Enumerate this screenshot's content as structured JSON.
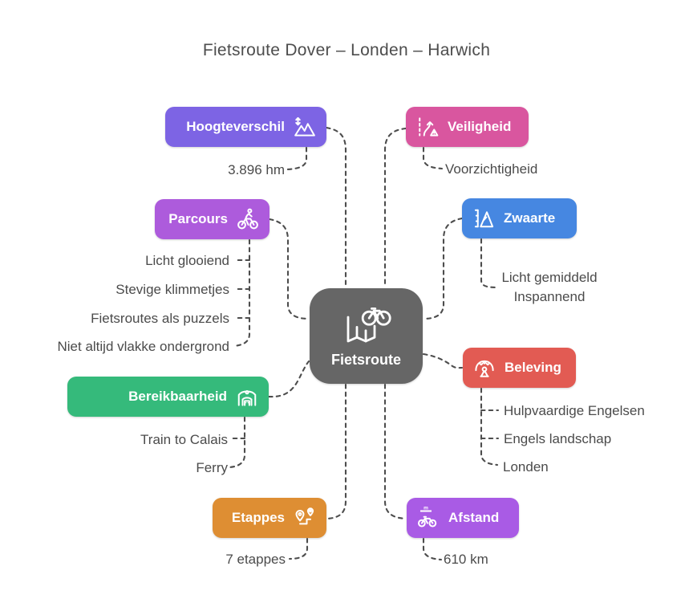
{
  "title": "Fietsroute Dover – Londen – Harwich",
  "colors": {
    "line": "#4d4d4d",
    "text": "#4b4b4b",
    "center_bg": "#666666"
  },
  "center": {
    "label": "Fietsroute",
    "color": "#666666",
    "icon": "map-bicycle-icon"
  },
  "branches": {
    "hoogteverschil": {
      "label": "Hoogteverschil",
      "color": "#7d64e4",
      "icon": "elevation-icon",
      "children": [
        "3.896 hm"
      ]
    },
    "veiligheid": {
      "label": "Veiligheid",
      "color": "#d9569f",
      "icon": "road-warning-icon",
      "children": [
        "Voorzichtigheid"
      ]
    },
    "parcours": {
      "label": "Parcours",
      "color": "#ad5bdc",
      "icon": "cyclist-icon",
      "children": [
        "Licht glooiend",
        "Stevige klimmetjes",
        "Fietsroutes als puzzels",
        "Niet altijd vlakke ondergrond"
      ]
    },
    "zwaarte": {
      "label": "Zwaarte",
      "color": "#4687e1",
      "icon": "mountain-grade-icon",
      "children": [
        "Licht gemiddeld",
        "Inspannend"
      ]
    },
    "bereikbaarheid": {
      "label": "Bereikbaarheid",
      "color": "#35ba7b",
      "icon": "train-station-icon",
      "children": [
        "Train to Calais",
        "Ferry"
      ]
    },
    "beleving": {
      "label": "Beleving",
      "color": "#e25b53",
      "icon": "experience-icon",
      "children": [
        "Hulpvaardige Engelsen",
        "Engels landschap",
        "Londen"
      ]
    },
    "etappes": {
      "label": "Etappes",
      "color": "#de8e33",
      "icon": "route-pins-icon",
      "children": [
        "7 etappes"
      ]
    },
    "afstand": {
      "label": "Afstand",
      "color": "#a95be5",
      "icon": "distance-icon",
      "children": [
        "610 km"
      ]
    }
  }
}
